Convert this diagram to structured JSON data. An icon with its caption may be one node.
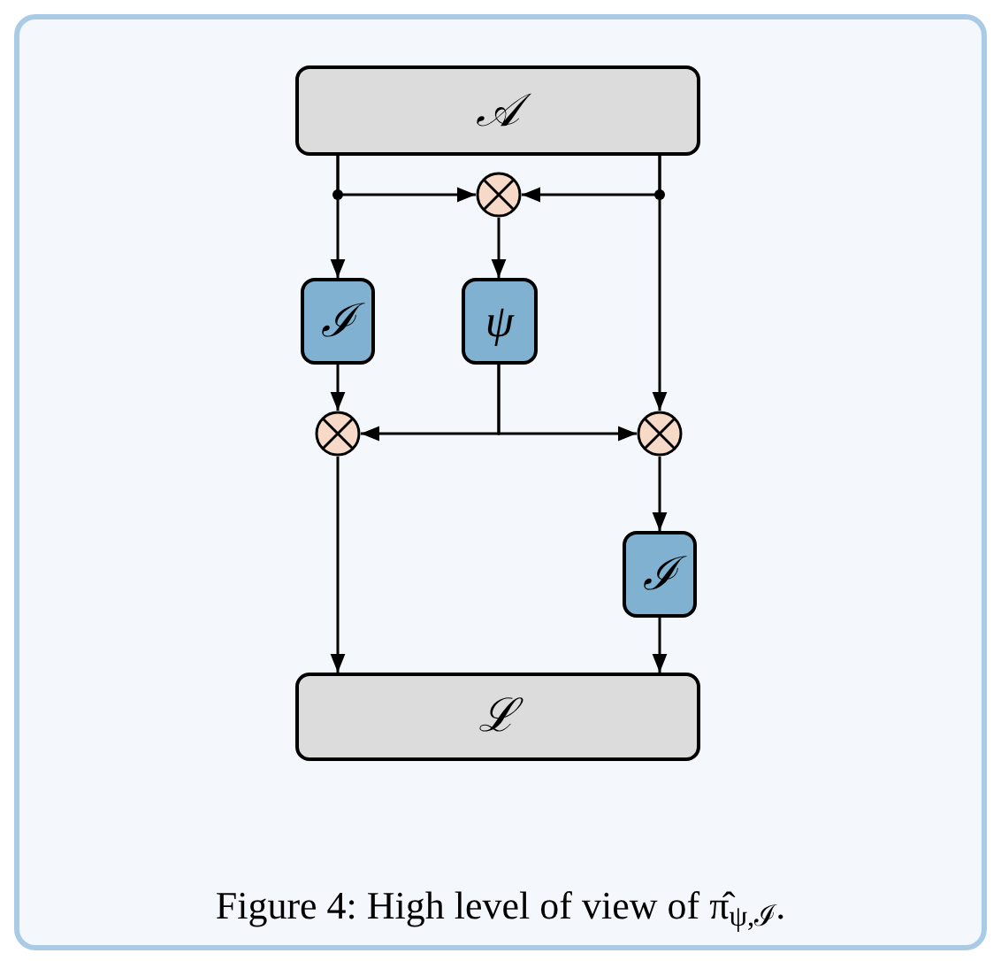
{
  "diagram": {
    "caption": "Figure 4: High level of view of π̂$_{ψ,ℐ}$.",
    "nodes": [
      {
        "text": [
          "𝒜"
        ]
      },
      {
        "text": [],
        "shape": "circle"
      },
      {
        "text": [
          "ℐ"
        ]
      },
      {
        "text": [
          "ψ"
        ]
      },
      {
        "text": [],
        "shape": "circle"
      },
      {
        "text": [],
        "shape": "circle"
      },
      {
        "text": [
          "ℐ"
        ]
      },
      {
        "text": [
          "ℒ"
        ]
      }
    ],
    "edges": [
      {
        "from": 0,
        "to": 2,
        "arrow": "to"
      },
      {
        "from": 0,
        "to": 1,
        "arrow": "to"
      },
      {
        "from": 0,
        "to": 1,
        "arrow": "to"
      },
      {
        "from": 0,
        "to": 5,
        "arrow": "to"
      },
      {
        "from": 1,
        "to": 3,
        "arrow": "to"
      },
      {
        "from": 2,
        "to": 4,
        "arrow": "to"
      },
      {
        "from": 3,
        "to": 4,
        "arrow": "to"
      },
      {
        "from": 3,
        "to": 5,
        "arrow": "to"
      },
      {
        "from": 4,
        "to": 7,
        "arrow": "to"
      },
      {
        "from": 5,
        "to": 6,
        "arrow": "to"
      },
      {
        "from": 6,
        "to": 7,
        "arrow": "to"
      }
    ]
  }
}
